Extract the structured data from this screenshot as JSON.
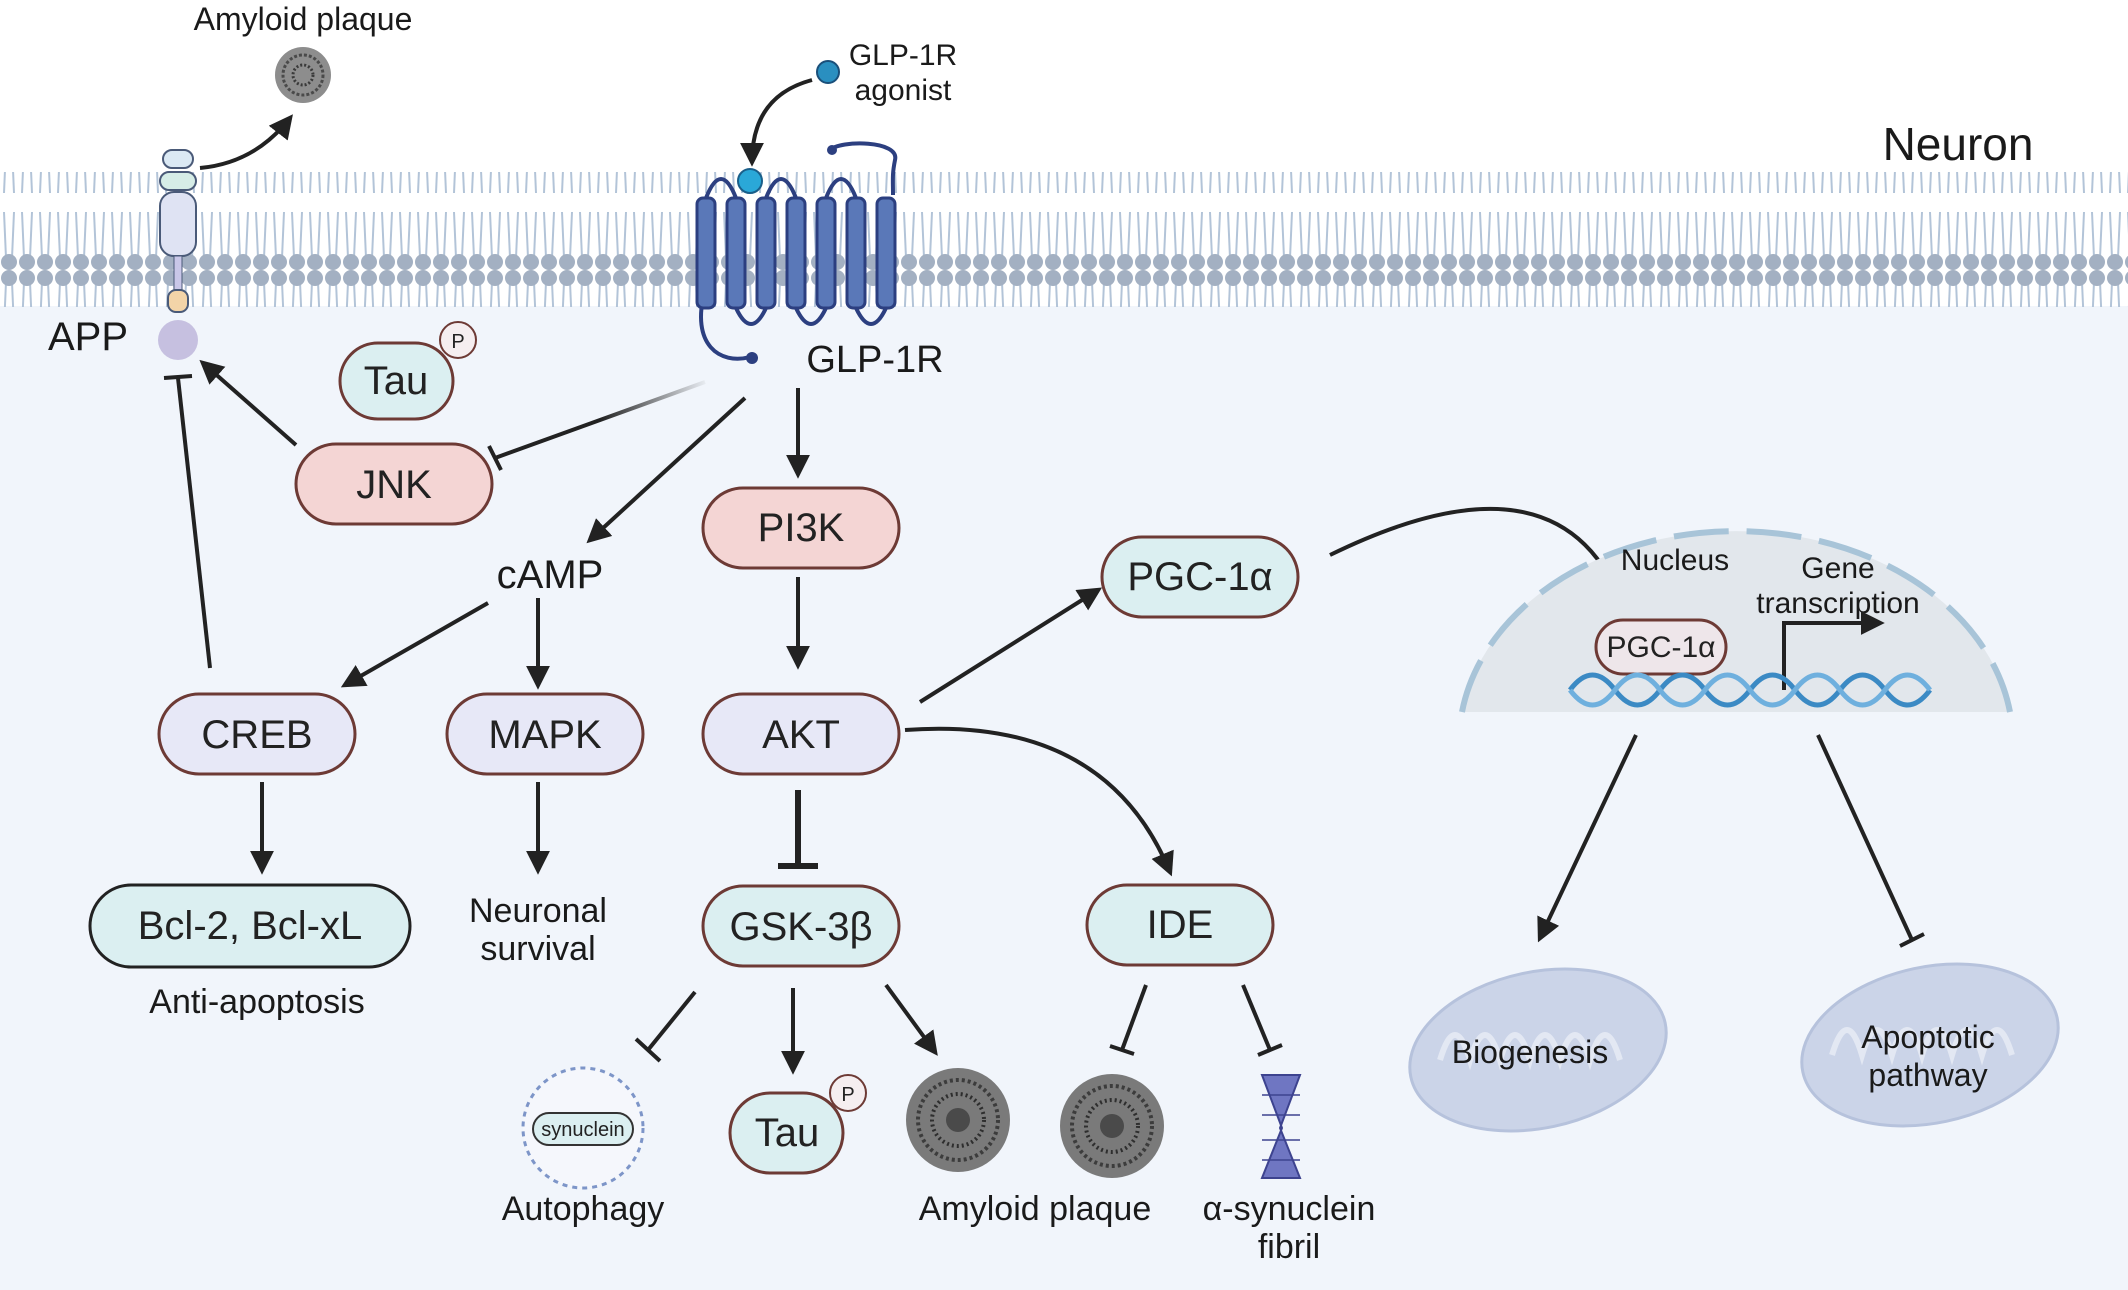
{
  "colors": {
    "cytoplasm": "#f1f5fb",
    "membrane_head": "#a6b3c4",
    "receptor": "#5a78b8",
    "receptor_dark": "#2c3f80",
    "node_pink": "#f4d5d4",
    "node_lavender": "#e7e8f7",
    "node_mint": "#dbeff1",
    "node_border": "#6d3a35",
    "nucleus": "#e2e7ec",
    "nucleus_edge": "#a8c4d8",
    "dna": "#3b8ac4",
    "mito": "#cbd4e8",
    "arrow": "#222222"
  },
  "labels": {
    "amyloid_top": "Amyloid plaque",
    "agonist_line1": "GLP-1R",
    "agonist_line2": "agonist",
    "neuron": "Neuron",
    "app": "APP",
    "glp1r": "GLP-1R",
    "camp": "cAMP",
    "neuronal_survival_1": "Neuronal",
    "neuronal_survival_2": "survival",
    "anti_apoptosis": "Anti-apoptosis",
    "autophagy": "Autophagy",
    "amyloid_bottom": "Amyloid plaque",
    "asyn_1": "α-synuclein",
    "asyn_2": "fibril",
    "nucleus": "Nucleus",
    "gene_1": "Gene",
    "gene_2": "transcription",
    "biogenesis": "Biogenesis",
    "apoptotic_1": "Apoptotic",
    "apoptotic_2": "pathway",
    "synuclein_tag": "synuclein",
    "phospho": "P"
  },
  "nodes": {
    "tau_top": "Tau",
    "jnk": "JNK",
    "pi3k": "PI3K",
    "pgc_outer": "PGC-1α",
    "creb": "CREB",
    "mapk": "MAPK",
    "akt": "AKT",
    "bcl": "Bcl-2, Bcl-xL",
    "gsk": "GSK-3β",
    "ide": "IDE",
    "tau_bottom": "Tau",
    "pgc_inner": "PGC-1α"
  }
}
